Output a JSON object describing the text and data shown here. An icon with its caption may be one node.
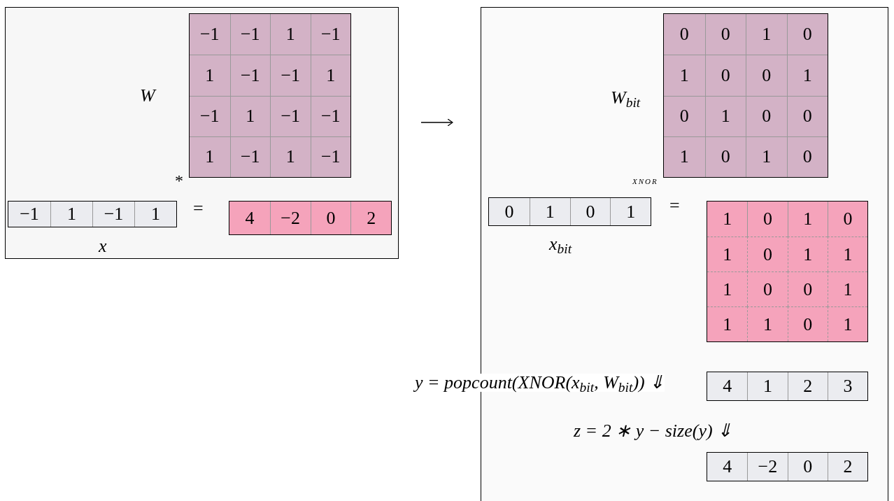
{
  "diagram": {
    "nodes": [
      {
        "text": [],
        "shape": "box"
      },
      {
        "text": [
          "−1",
          "−1",
          "1",
          "−1",
          "1",
          "−1",
          "−1",
          "1",
          "−1",
          "1",
          "−1",
          "−1",
          "1",
          "−1",
          "1",
          "−1"
        ],
        "in": 0,
        "beside": [
          "W"
        ]
      },
      {
        "text": [
          "−1",
          "1",
          "−1",
          "1"
        ],
        "in": 0,
        "beside": [
          "x"
        ]
      },
      {
        "text": [
          "4",
          "−2",
          "0",
          "2"
        ],
        "in": 0
      },
      {
        "text": [],
        "shape": "box"
      },
      {
        "text": [
          "0",
          "0",
          "1",
          "0",
          "1",
          "0",
          "0",
          "1",
          "0",
          "1",
          "0",
          "0",
          "1",
          "0",
          "1",
          "0"
        ],
        "in": 4,
        "beside": [
          "W$_{bit}$"
        ]
      },
      {
        "text": [
          "0",
          "1",
          "0",
          "1"
        ],
        "in": 4,
        "beside": [
          "x$_{bit}$"
        ]
      },
      {
        "text": [
          "1",
          "0",
          "1",
          "0",
          "1",
          "0",
          "1",
          "1",
          "1",
          "0",
          "0",
          "1",
          "1",
          "1",
          "0",
          "1"
        ],
        "in": 4
      },
      {
        "text": [
          "4",
          "1",
          "2",
          "3"
        ],
        "in": 4
      },
      {
        "text": [
          "4",
          "−2",
          "0",
          "2"
        ],
        "in": 4
      }
    ],
    "edges": [
      {
        "from": 0,
        "to": 4,
        "arrow": "to"
      }
    ],
    "labels": [
      "*",
      "=",
      "XNOR",
      "=",
      "y = popcount(XNOR(x$_{bit}$, W$_{bit}$)) ⇓",
      "z = 2 ∗ y − size(y) ⇓"
    ]
  }
}
